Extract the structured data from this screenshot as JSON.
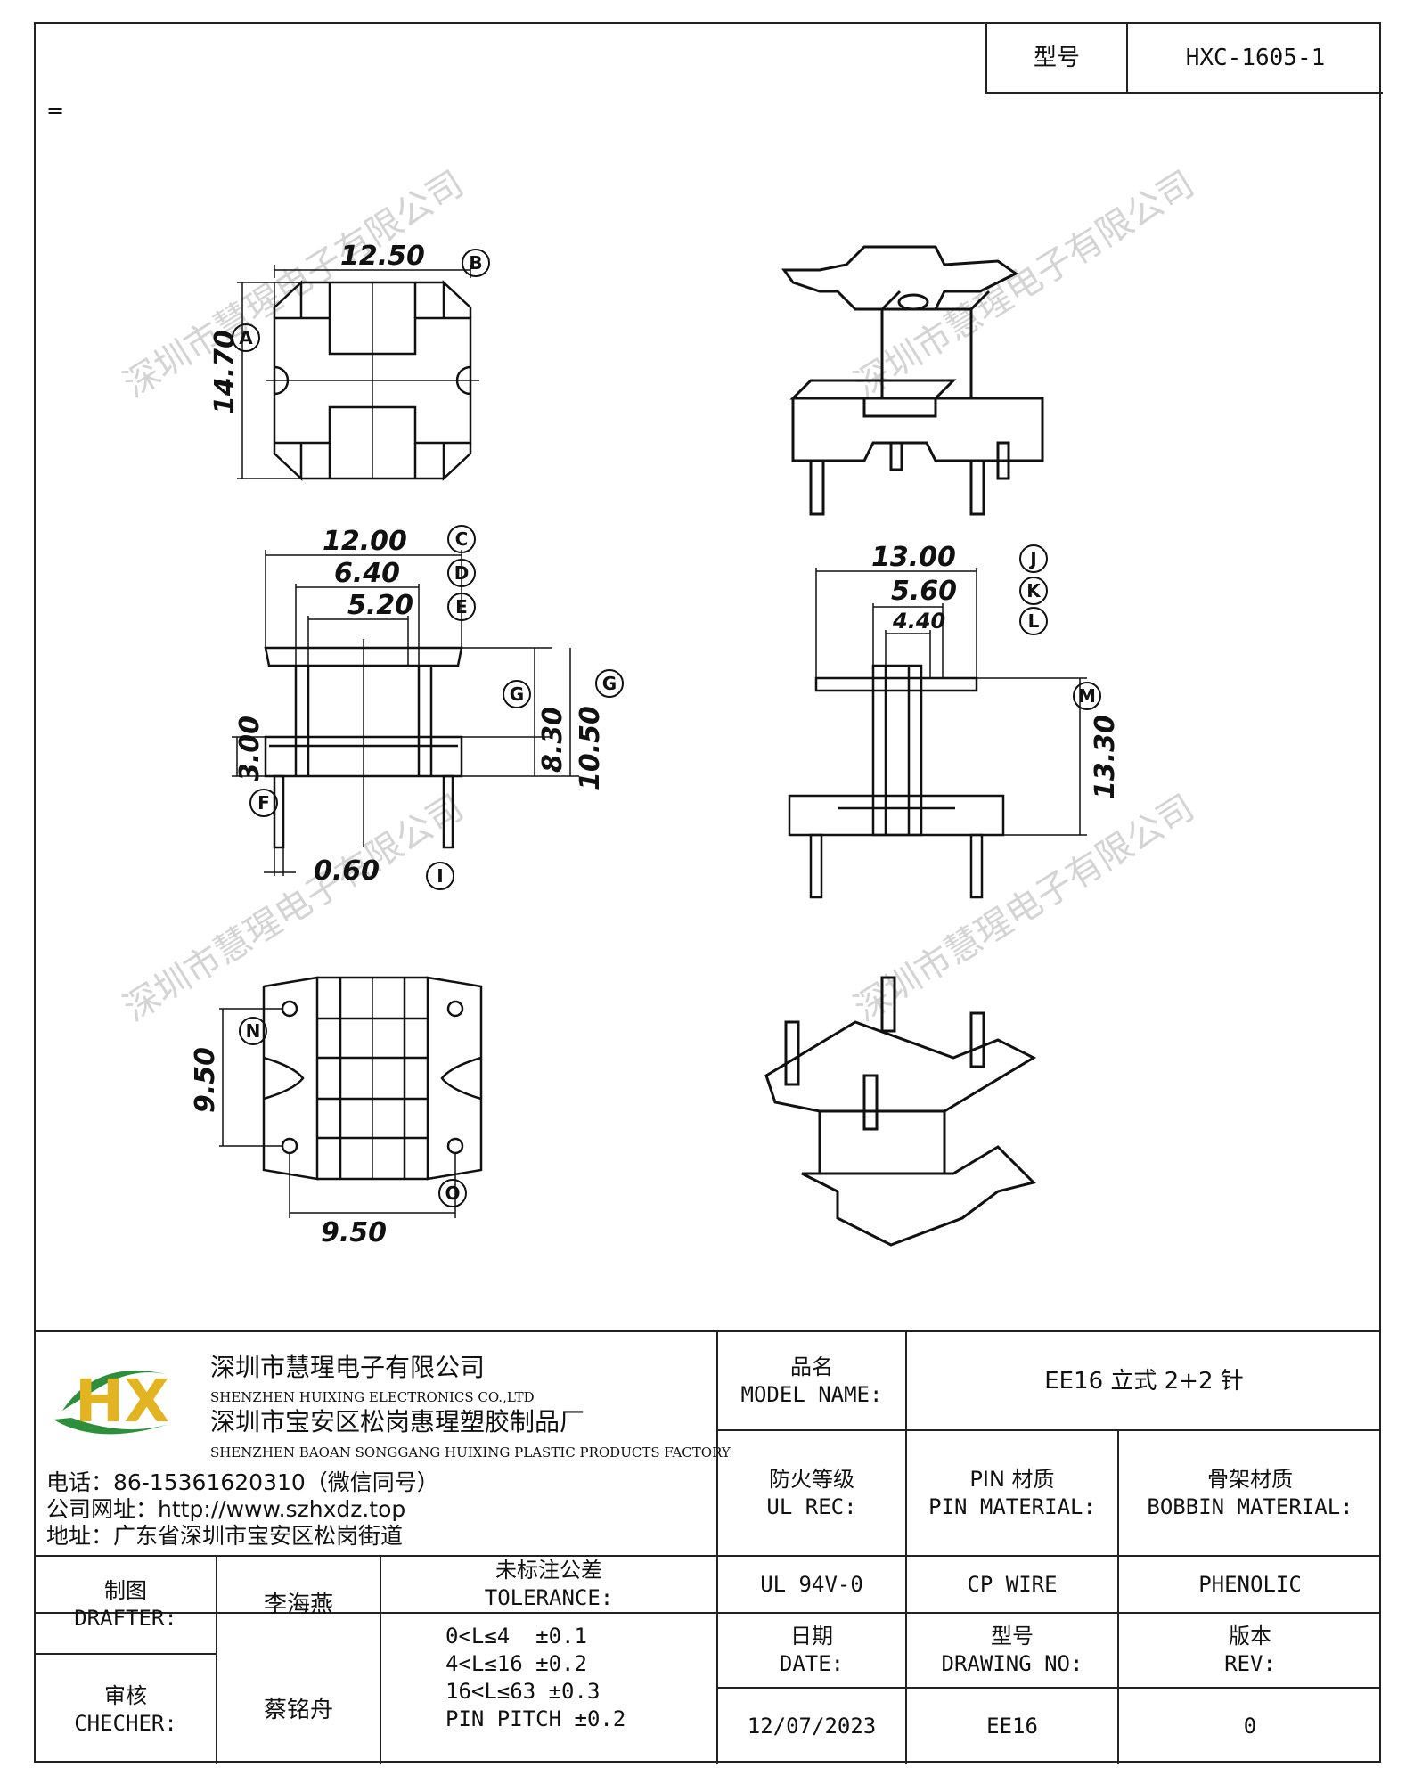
{
  "header": {
    "model_label": "型号",
    "model_value": "HXC-1605-1"
  },
  "corner_mark": "=",
  "watermark": "深圳市慧瑆电子有限公司",
  "drawing": {
    "top_view": {
      "width": "12.50",
      "height": "14.70",
      "label_a": "A",
      "label_b": "B"
    },
    "front_view": {
      "dim_c": "12.00",
      "dim_d": "6.40",
      "dim_e": "5.20",
      "dim_f": "3.00",
      "dim_g1": "8.30",
      "dim_g2": "10.50",
      "dim_i": "0.60",
      "label_c": "C",
      "label_d": "D",
      "label_e": "E",
      "label_f": "F",
      "label_g": "G",
      "label_i": "I"
    },
    "side_view": {
      "dim_j": "13.00",
      "dim_k": "5.60",
      "dim_l": "4.40",
      "dim_m": "13.30",
      "label_j": "J",
      "label_k": "K",
      "label_l": "L",
      "label_m": "M"
    },
    "bottom_view": {
      "dim_n": "9.50",
      "dim_o": "9.50",
      "label_n": "N",
      "label_o": "O"
    }
  },
  "company": {
    "logo_text": "HX",
    "name_cn": "深圳市慧瑆电子有限公司",
    "name_en": "SHENZHEN HUIXING ELECTRONICS CO.,LTD",
    "factory_cn": "深圳市宝安区松岗惠瑆塑胶制品厂",
    "factory_en": "SHENZHEN BAOAN SONGGANG HUIXING PLASTIC PRODUCTS FACTORY",
    "phone": "电话：86-15361620310（微信同号）",
    "website": "公司网址：http://www.szhxdz.top",
    "address": "地址：广东省深圳市宝安区松岗街道"
  },
  "titleblock": {
    "model_name_cn": "品名",
    "model_name_en": "MODEL NAME:",
    "model_name_value": "EE16 立式 2+2 针",
    "ul_cn": "防火等级",
    "ul_en": "UL REC:",
    "ul_value": "UL 94V-0",
    "pin_cn": "PIN 材质",
    "pin_en": "PIN MATERIAL:",
    "pin_value": "CP WIRE",
    "bobbin_cn": "骨架材质",
    "bobbin_en": "BOBBIN MATERIAL:",
    "bobbin_value": "PHENOLIC",
    "drafter_cn": "制图",
    "drafter_en": "DRAFTER:",
    "drafter_name": "李海燕",
    "checker_cn": "审核",
    "checker_en": "CHECHER:",
    "checker_name": "蔡铭舟",
    "tol_cn": "未标注公差",
    "tol_en": "TOLERANCE:",
    "tol_lines": [
      "0<L≤4  ±0.1",
      "4<L≤16 ±0.2",
      "16<L≤63 ±0.3",
      "PIN PITCH ±0.2"
    ],
    "date_cn": "日期",
    "date_en": "DATE:",
    "date_value": "12/07/2023",
    "dwg_cn": "型号",
    "dwg_en": "DRAWING NO:",
    "dwg_value": "EE16",
    "rev_cn": "版本",
    "rev_en": "REV:",
    "rev_value": "0"
  }
}
